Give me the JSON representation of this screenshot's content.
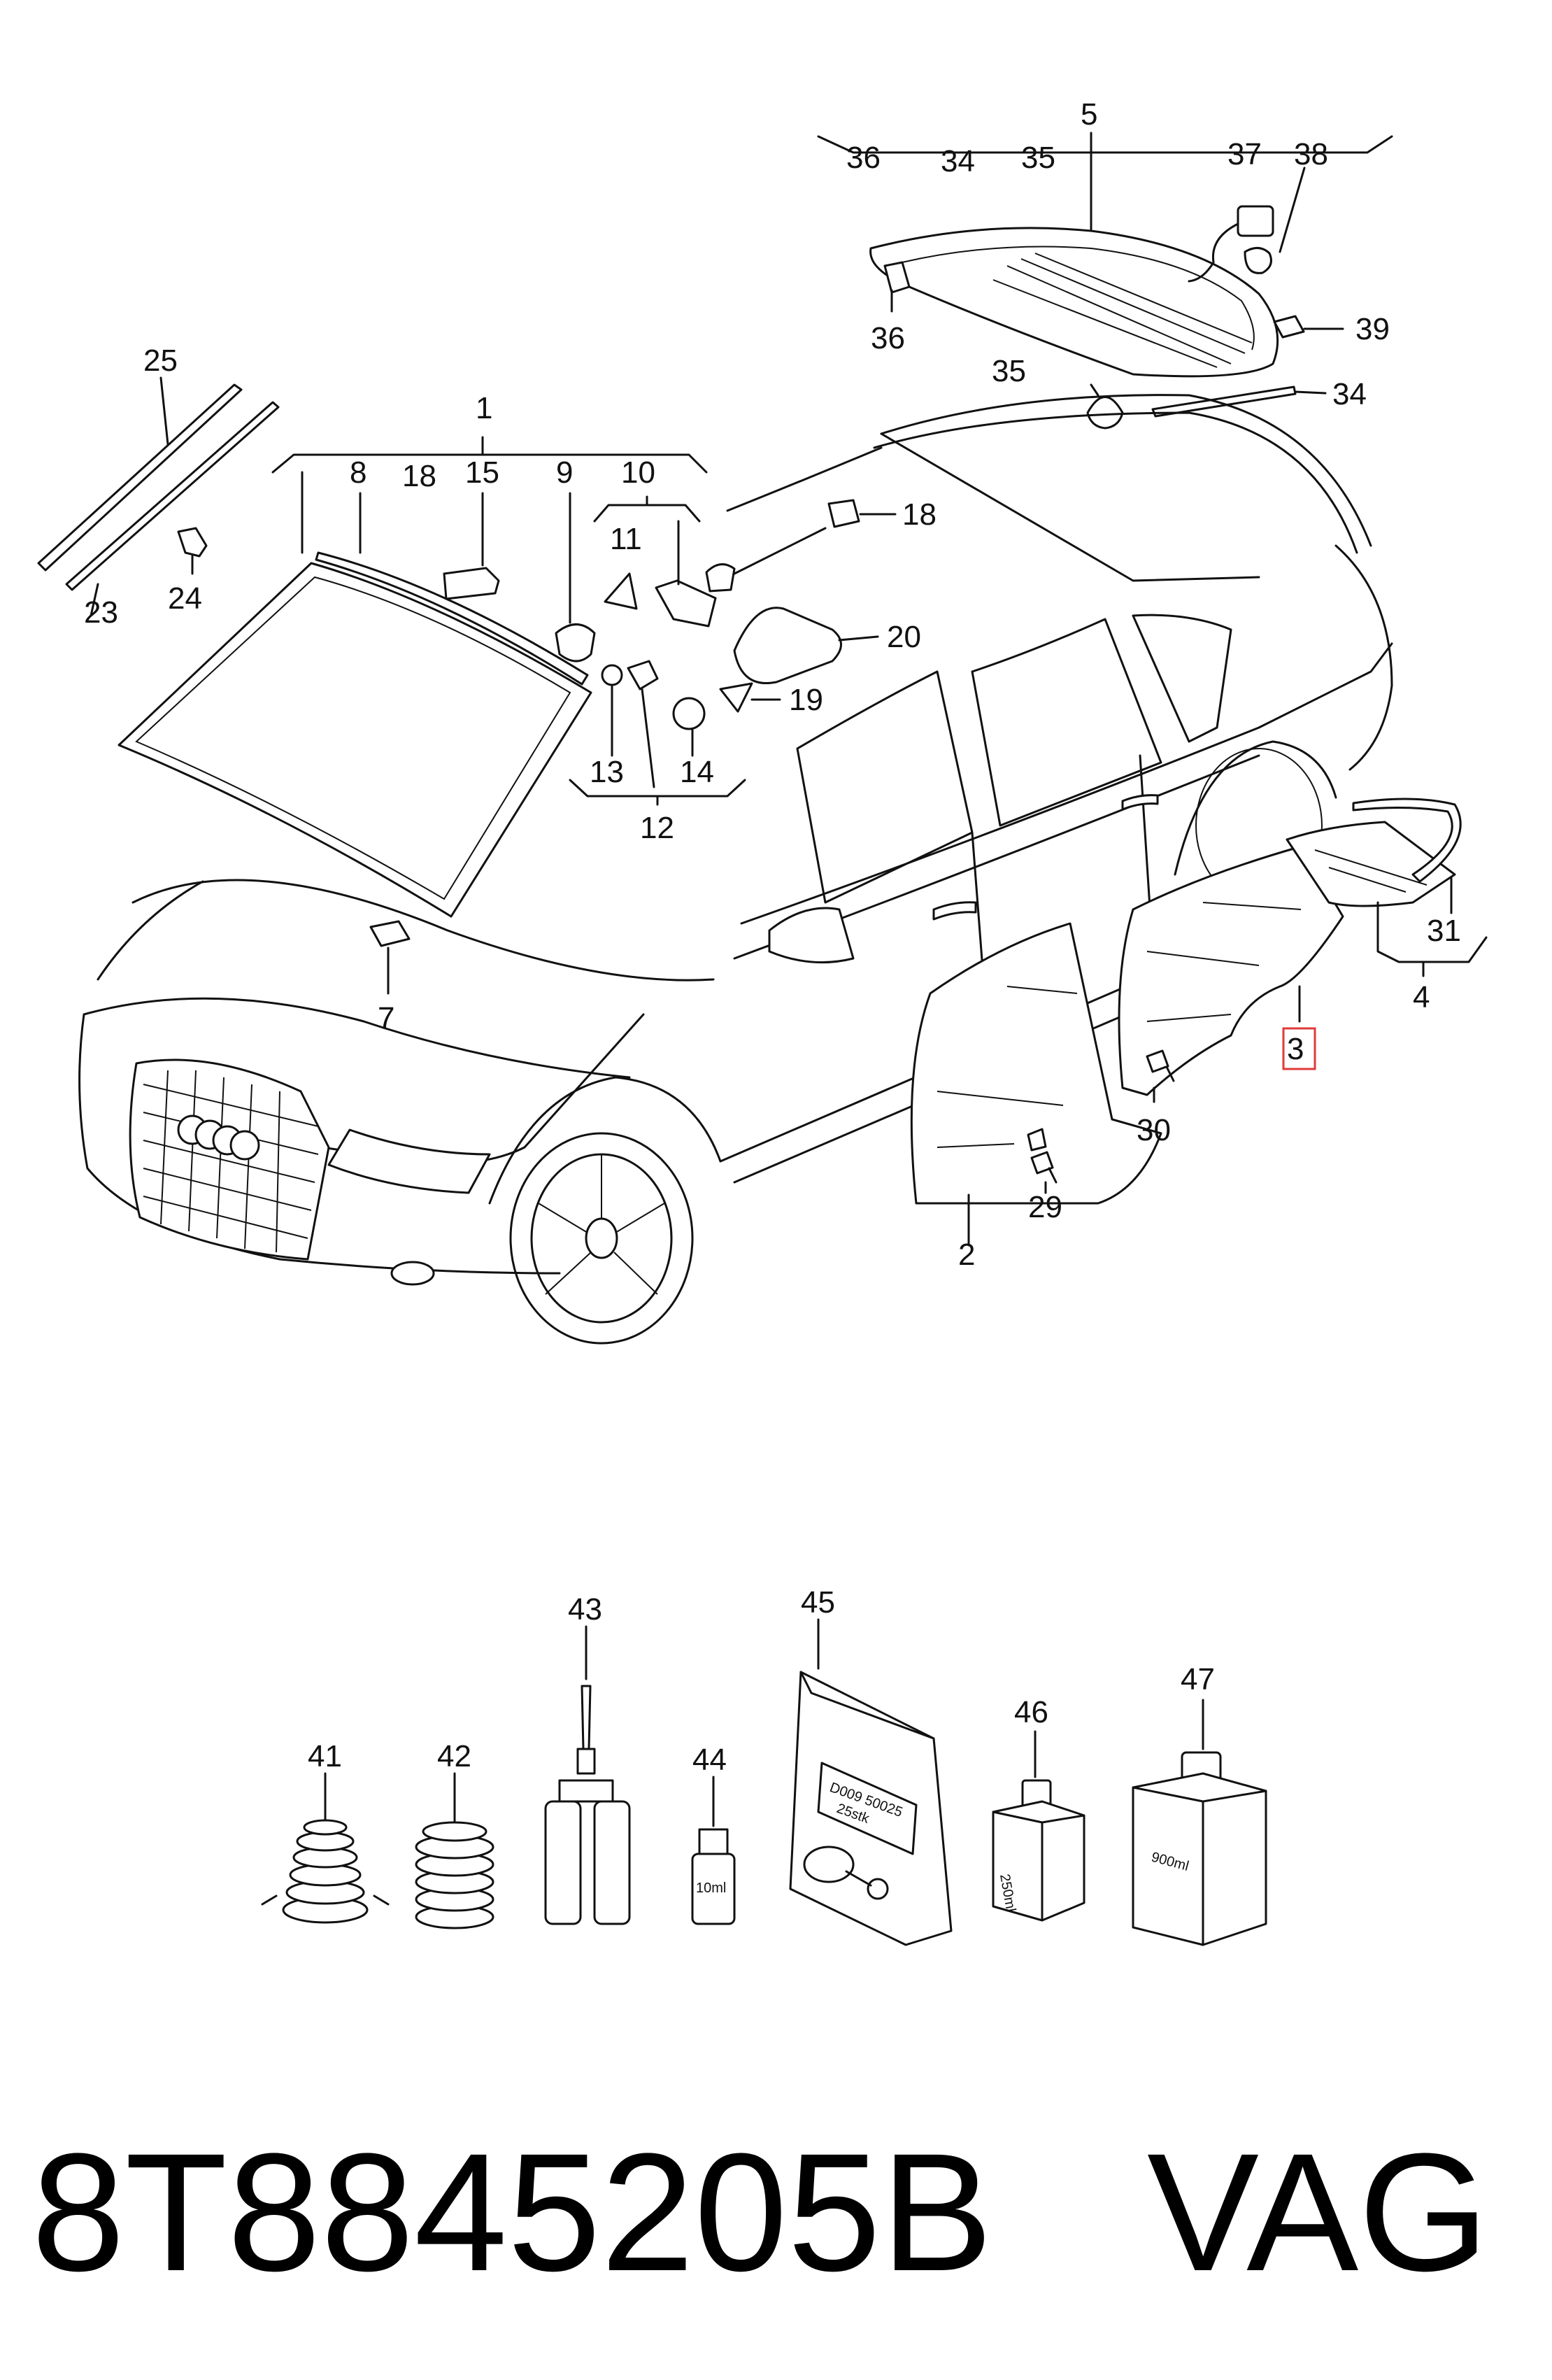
{
  "callouts": {
    "c1": "1",
    "c2": "2",
    "c3": "3",
    "c4": "4",
    "c5": "5",
    "c7": "7",
    "c8": "8",
    "c9": "9",
    "c10": "10",
    "c11": "11",
    "c12": "12",
    "c13": "13",
    "c14": "14",
    "c15": "15",
    "c18a": "18",
    "c18b": "18",
    "c19": "19",
    "c20": "20",
    "c23": "23",
    "c24": "24",
    "c25": "25",
    "c29": "29",
    "c30": "30",
    "c31": "31",
    "c34a": "34",
    "c34b": "34",
    "c35a": "35",
    "c35b": "35",
    "c36a": "36",
    "c36b": "36",
    "c37": "37",
    "c38": "38",
    "c39": "39",
    "c41": "41",
    "c42": "42",
    "c43": "43",
    "c44": "44",
    "c45": "45",
    "c46": "46",
    "c47": "47"
  },
  "products": {
    "bag_line1": "D009 50025",
    "bag_line2": "25stk",
    "vial": "10ml",
    "bottle_small": "250ml",
    "bottle_large": "900ml"
  },
  "highlight": {
    "color": "#e03a3a",
    "callout": "3"
  },
  "footer": {
    "part_number": "8T8845205B",
    "brand": "VAG"
  }
}
